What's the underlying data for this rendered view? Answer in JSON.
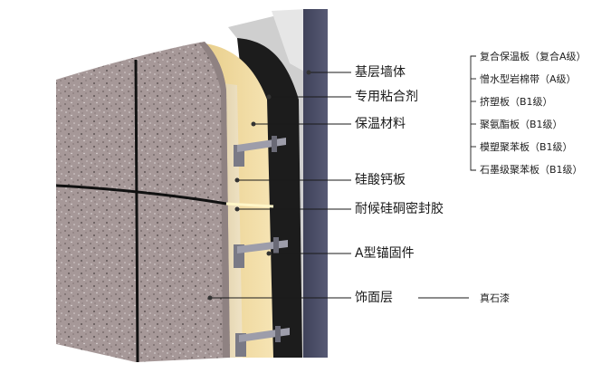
{
  "labels": {
    "base_wall": "基层墙体",
    "adhesive": "专用粘合剂",
    "insulation": "保温材料",
    "calcium_board": "硅酸钙板",
    "sealant": "耐候硅硐密封胶",
    "anchor": "A型锚固件",
    "finish_layer": "饰面层"
  },
  "insulation_options": [
    "复合保温板（复合A级）",
    "憎水型岩棉带（A级）",
    "挤塑板（B1级）",
    "聚氨酯板（B1级）",
    "模塑聚苯板（B1级）",
    "石墨级聚苯板（B1级）"
  ],
  "finish_option": "真石漆",
  "colors": {
    "base_wall_front": "#4a4d66",
    "base_wall_side": "#c9c9c9",
    "adhesive": "#1c1c1c",
    "insulation": "#f0d9a0",
    "calcium_board": "#e8d9b8",
    "finish_stone": "#a89a9a",
    "seam": "#111111",
    "anchor": "#7a7a86"
  },
  "icons": [
    "marker-dot-icon"
  ]
}
